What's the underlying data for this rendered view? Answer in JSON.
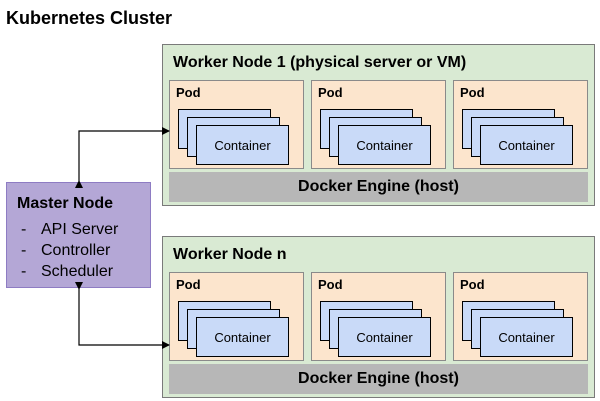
{
  "title": "Kubernetes Cluster",
  "workers": [
    {
      "title": "Worker Node 1 (physical server or VM)",
      "pods": [
        {
          "label": "Pod",
          "container": "Container"
        },
        {
          "label": "Pod",
          "container": "Container"
        },
        {
          "label": "Pod",
          "container": "Container"
        }
      ],
      "engine": "Docker Engine (host)"
    },
    {
      "title": "Worker Node n",
      "pods": [
        {
          "label": "Pod",
          "container": "Container"
        },
        {
          "label": "Pod",
          "container": "Container"
        },
        {
          "label": "Pod",
          "container": "Container"
        }
      ],
      "engine": "Docker Engine (host)"
    }
  ],
  "master": {
    "title": "Master Node",
    "items": [
      "API Server",
      "Controller",
      "Scheduler"
    ]
  },
  "colors": {
    "worker_bg": "#d9ead3",
    "pod_bg": "#fce5cd",
    "container_bg": "#c9daf8",
    "engine_bg": "#b7b7b7",
    "master_bg": "#b4a7d6"
  }
}
